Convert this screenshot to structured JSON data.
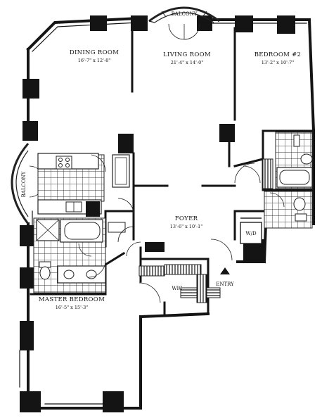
{
  "rooms": {
    "dining": {
      "name": "DINING ROOM",
      "dims": "16'-7\" x 12'-8\""
    },
    "living": {
      "name": "LIVING ROOM",
      "dims": "21'-4\" x 14'-0\""
    },
    "bedroom2": {
      "name": "BEDROOM #2",
      "dims": "13'-2\" x 10'-7\""
    },
    "foyer": {
      "name": "FOYER",
      "dims": "13'-6\" x 10'-1\""
    },
    "master": {
      "name": "MASTER BEDROOM",
      "dims": "16'-5\" x 15'-3\""
    }
  },
  "labels": {
    "balcony_top": "BALCONY",
    "balcony_left": "BALCONY",
    "wd": "W/D",
    "wic": "WIC",
    "entry": "ENTRY"
  },
  "colors": {
    "wall": "#141414",
    "line": "#222222",
    "paper": "#ffffff"
  }
}
